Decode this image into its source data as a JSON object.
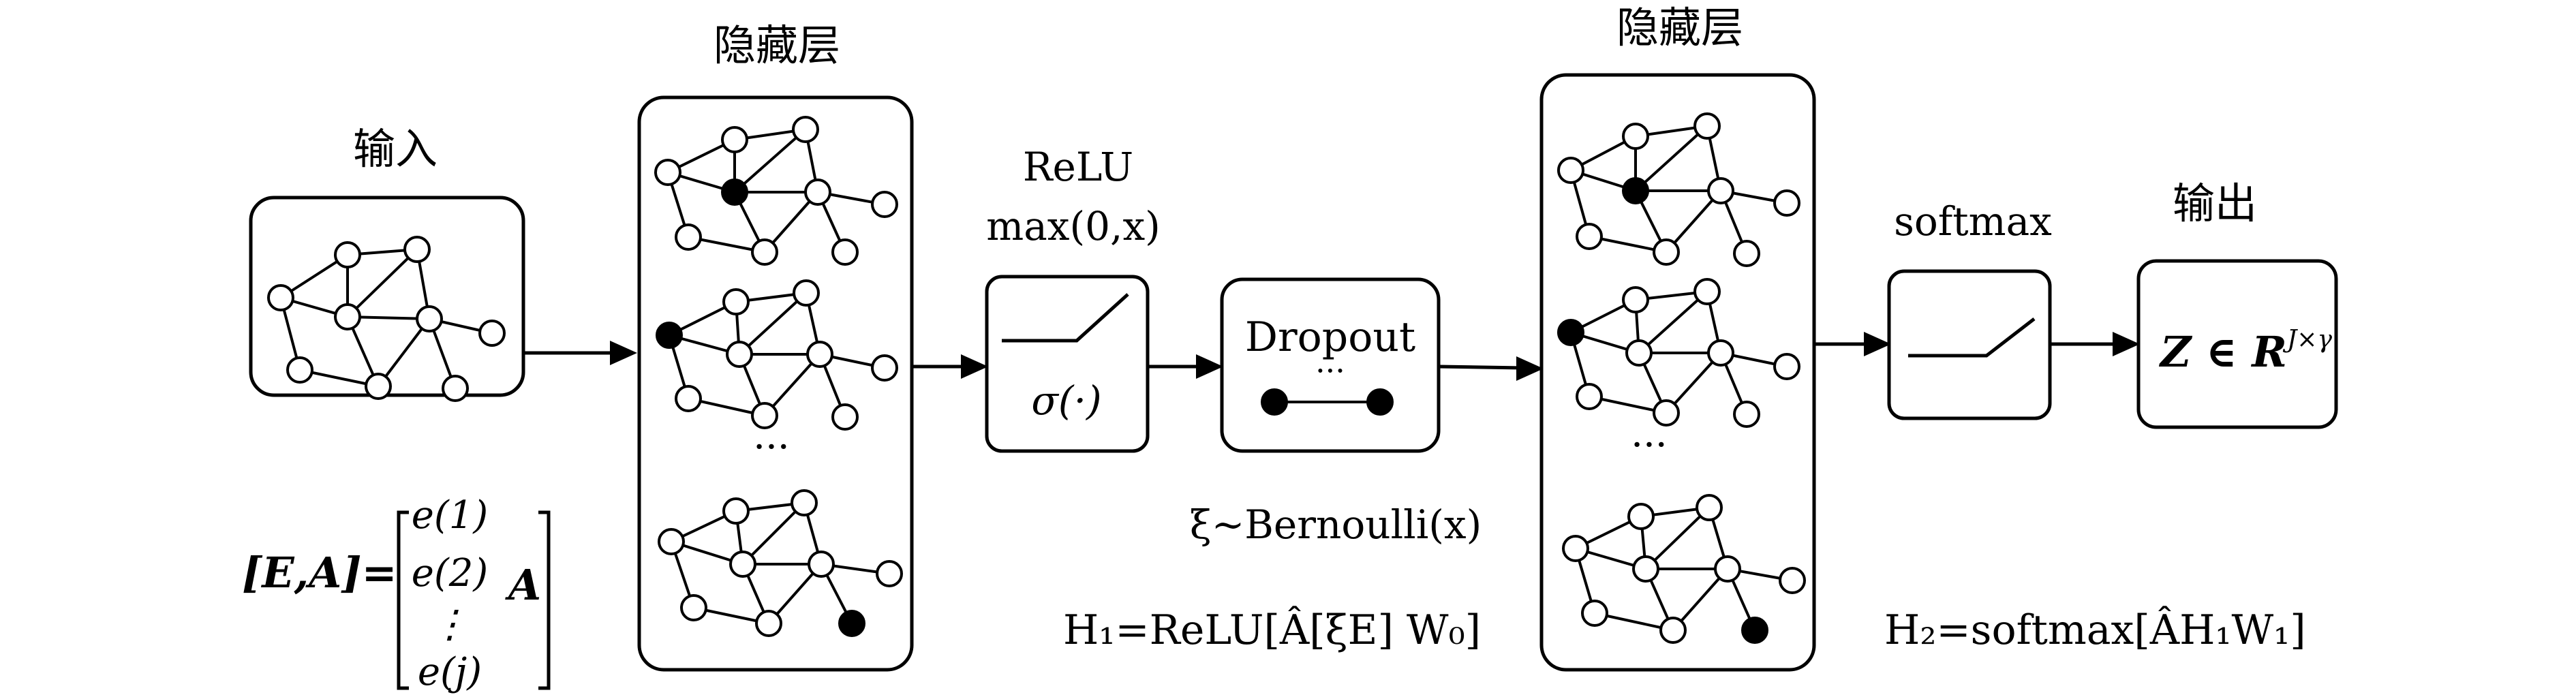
{
  "labels": {
    "input": "输入",
    "hidden1": "隐藏层",
    "hidden2": "隐藏层",
    "output": "输出",
    "relu": "ReLU",
    "relu_formula": "max(0,x)",
    "sigma": "σ(·)",
    "dropout": "Dropout",
    "dropout_dots": "···",
    "softmax": "softmax",
    "bernoulli": "ξ~Bernoulli(x)",
    "ellipsis1": "···",
    "ellipsis2": "···"
  },
  "formulas": {
    "input_lhs": "[E,A]=",
    "matrix_rows": [
      "e(1)",
      "e(2)",
      "⋮",
      "e(j)"
    ],
    "matrix_A": "A",
    "h1": "H₁=ReLU[Â[ξE] W₀]",
    "h2": "H₂=softmax[ÂH₁W₁]",
    "output": "Z ∈ R",
    "output_sup": "J×γ"
  },
  "colors": {
    "stroke": "#000000",
    "fill": "#ffffff",
    "active_node": "#000000"
  }
}
